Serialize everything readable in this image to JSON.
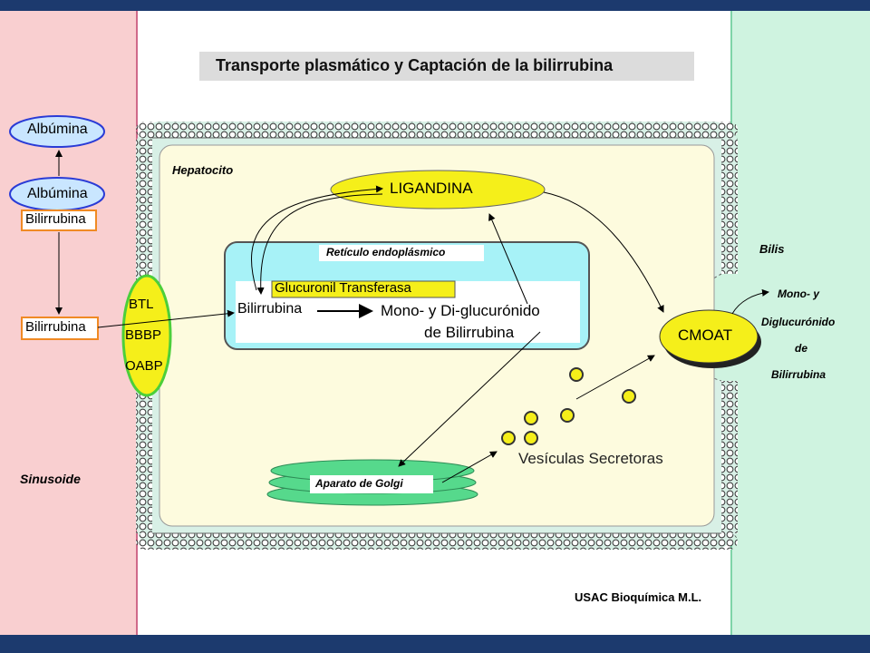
{
  "title": "Transporte plasmático y Captación de la bilirrubina",
  "regions": {
    "sinusoid": "Sinusoide",
    "hepatocyte": "Hepatocito",
    "bile": "Bilis"
  },
  "nodes": {
    "albumina_top": "Albúmina",
    "albumina_bound": "Albúmina",
    "bilirrubina_bound": "Bilirrubina",
    "bilirrubina_free": "Bilirrubina",
    "transporters": [
      "BTL",
      "BBBP",
      "OABP"
    ],
    "ligandina": "LIGANDINA",
    "reticulo": "Retículo endoplásmico",
    "enzyme": "Glucuronil Transferasa",
    "er_bilirrubina": "Bilirrubina",
    "er_product_line1": "Mono-  y  Di-glucurónido",
    "er_product_line2": "de Bilirrubina",
    "golgi": "Aparato de Golgi",
    "vesicles": "Vesículas Secretoras",
    "cmoat": "CMOAT",
    "bile_product": [
      "Mono- y",
      "Diglucurónido",
      "de",
      "Bilirrubina"
    ]
  },
  "credit": "USAC Bioquímica  M.L.",
  "colors": {
    "header": "#1c3a6e",
    "sinusoid_bg": "#f9cfd0",
    "bile_bg": "#cff3e0",
    "cytoplasm": "#fdfbde",
    "membrane": "#d8f0e6",
    "er_fill": "#a7f2f7",
    "yellow": "#f5ef1a",
    "golgi": "#56d98c",
    "albumin": "#c9e6ff",
    "albumin_border": "#2a3bd6",
    "orange": "#f08a24"
  }
}
